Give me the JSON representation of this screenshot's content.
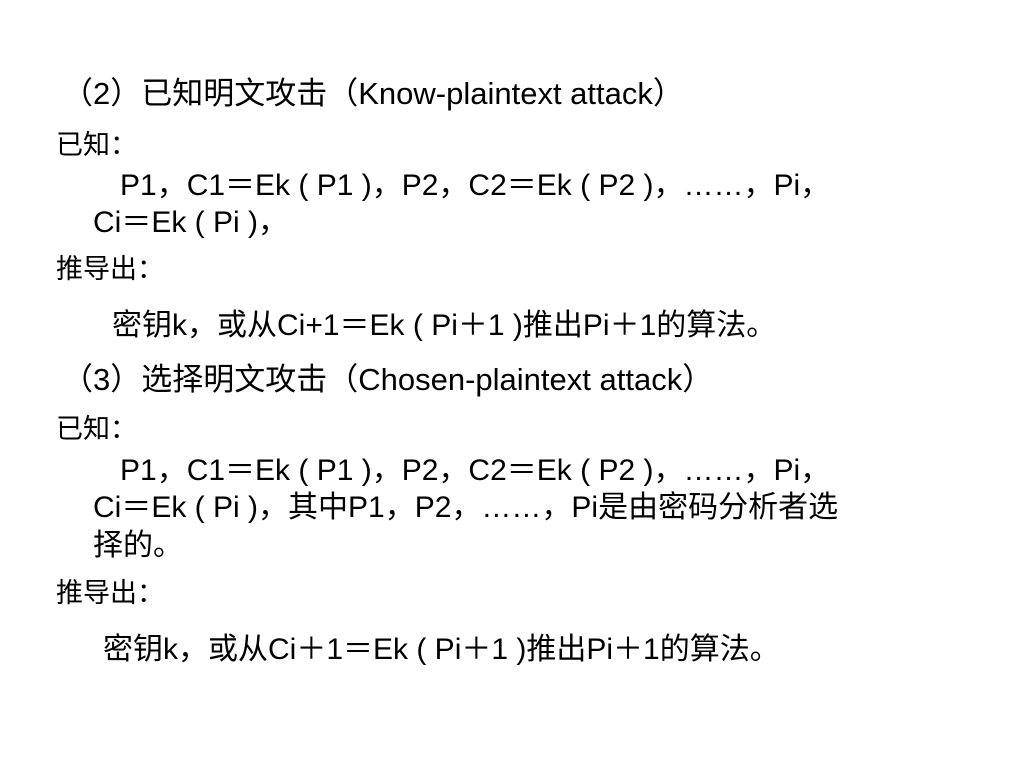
{
  "slide": {
    "section2": {
      "heading": "（2）已知明文攻击（Know-plaintext attack）",
      "known_label": "已知：",
      "known_line1": "P1，C1＝Ek ( P1 )，P2，C2＝Ek ( P2 )，……，Pi，",
      "known_line2": "Ci＝Ek ( Pi )，",
      "derive_label": "推导出：",
      "derive_line": "密钥k，或从Ci+1＝Ek ( Pi＋1 )推出Pi＋1的算法。"
    },
    "section3": {
      "heading": "（3）选择明文攻击（Chosen-plaintext attack）",
      "known_label": "已知：",
      "known_line1": "P1，C1＝Ek ( P1 )，P2，C2＝Ek ( P2 )，……，Pi，",
      "known_line2": "Ci＝Ek ( Pi )，其中P1，P2，……，Pi是由密码分析者选",
      "known_line3": "择的。",
      "derive_label": "推导出：",
      "derive_line": "密钥k，或从Ci＋1＝Ek ( Pi＋1 )推出Pi＋1的算法。"
    }
  }
}
